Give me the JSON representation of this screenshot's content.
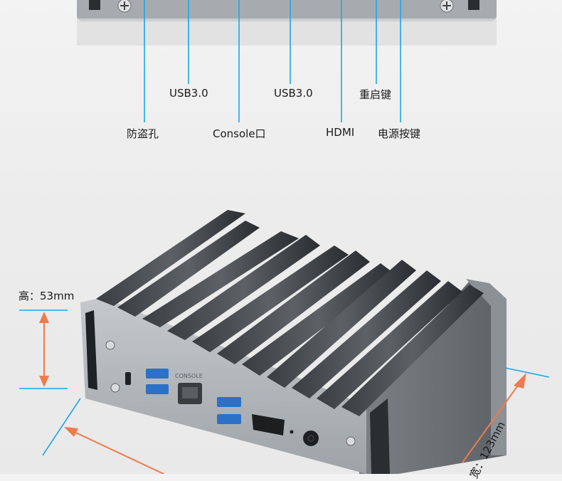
{
  "callouts": [
    {
      "id": "usb1",
      "text": "USB3.0"
    },
    {
      "id": "usb2",
      "text": "USB3.0"
    },
    {
      "id": "reset",
      "text": "重启键"
    },
    {
      "id": "lock",
      "text": "防盗孔"
    },
    {
      "id": "console",
      "text": "Console口"
    },
    {
      "id": "hdmi",
      "text": "HDMI"
    },
    {
      "id": "power",
      "text": "电源按键"
    }
  ],
  "device": {
    "console_port_label": "CONSOLE"
  },
  "dimensions": {
    "height": "高：53mm",
    "depth": "宽：123mm"
  },
  "colors": {
    "leader_line": "#1aa7e8",
    "arrow": "#f07a4a",
    "chassis": "#9aa0a6"
  }
}
